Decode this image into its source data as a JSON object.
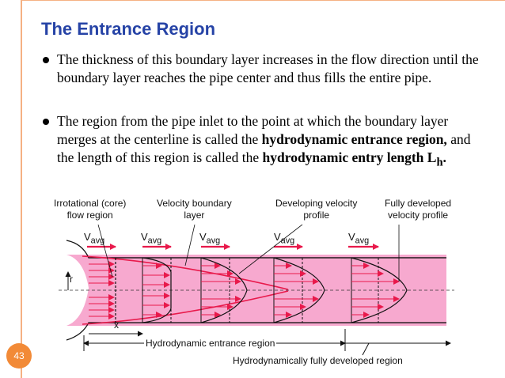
{
  "slide": {
    "title": "The Entrance Region",
    "page_number": "43"
  },
  "bullets": [
    {
      "segments": [
        {
          "text": "The thickness of this boundary layer increases in the flow direction until the boundary layer reaches the pipe center and thus fills the entire pipe.",
          "bold": false
        }
      ]
    },
    {
      "segments": [
        {
          "text": "The region from the pipe inlet to the point at which the boundary layer merges at the centerline is called the ",
          "bold": false
        },
        {
          "text": "hydrodynamic entrance region,",
          "bold": true
        },
        {
          "text": " and the length of this region is called the ",
          "bold": false
        },
        {
          "text": "hydrodynamic entry length L",
          "bold": true
        },
        {
          "text": "h",
          "bold": true,
          "sub": true
        },
        {
          "text": ".",
          "bold": true
        }
      ]
    }
  ],
  "diagram": {
    "labels": {
      "irrotational_line1": "Irrotational (core)",
      "irrotational_line2": "flow region",
      "velocity_bl_line1": "Velocity boundary",
      "velocity_bl_line2": "layer",
      "developing_line1": "Developing velocity",
      "developing_line2": "profile",
      "fully_dev_line1": "Fully developed",
      "fully_dev_line2": "velocity profile",
      "vavg": "V",
      "vavg_sub": "avg",
      "r_axis": "r",
      "x_axis": "x",
      "entrance_region": "Hydrodynamic entrance region",
      "fully_developed_region": "Hydrodynamically fully developed region"
    },
    "colors": {
      "pipe_fill": "#f7a9cf",
      "arrow": "#e8194b",
      "boundary": "#e8194b"
    }
  }
}
